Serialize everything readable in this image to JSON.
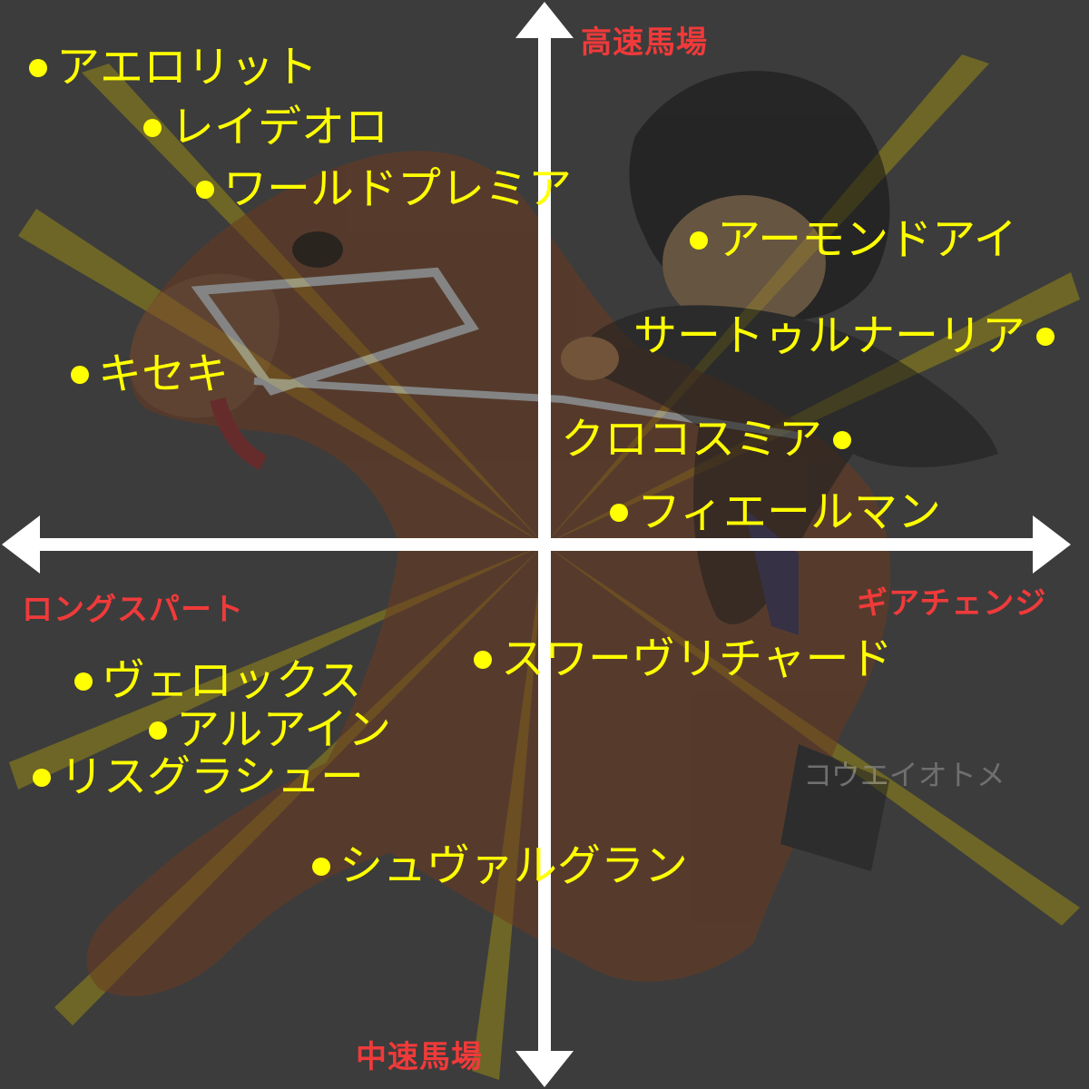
{
  "axes": {
    "top": "高速馬場",
    "bottom": "中速馬場",
    "left": "ロングスパート",
    "right": "ギアチェンジ"
  },
  "horses": [
    {
      "id": "aerolithe",
      "name": "アエロリット"
    },
    {
      "id": "rey-de-oro",
      "name": "レイデオロ"
    },
    {
      "id": "world-premiere",
      "name": "ワールドプレミア"
    },
    {
      "id": "almond-eye",
      "name": "アーモンドアイ"
    },
    {
      "id": "saturnalia",
      "name": "サートゥルナーリア"
    },
    {
      "id": "kiseki",
      "name": "キセキ"
    },
    {
      "id": "crocosmia",
      "name": "クロコスミア"
    },
    {
      "id": "fierement",
      "name": "フィエールマン"
    },
    {
      "id": "suave-richard",
      "name": "スワーヴリチャード"
    },
    {
      "id": "velox",
      "name": "ヴェロックス"
    },
    {
      "id": "al-ain",
      "name": "アルアイン"
    },
    {
      "id": "lys-gracieux",
      "name": "リスグラシュー"
    },
    {
      "id": "cheval-grand",
      "name": "シュヴァルグラン"
    }
  ],
  "saddle_cloth": "コウエイオトメ",
  "colors": {
    "background": "#3c3c3c",
    "axis": "#ffffff",
    "axis_label": "#f03a3a",
    "item_text": "#ffff00"
  }
}
